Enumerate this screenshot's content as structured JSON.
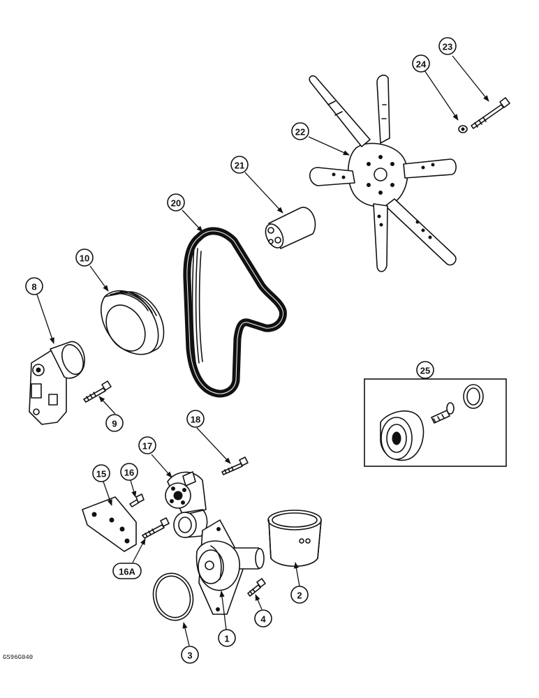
{
  "figure_code": "GS96G040",
  "callouts": {
    "c1": "1",
    "c2": "2",
    "c3": "3",
    "c4": "4",
    "c8": "8",
    "c9": "9",
    "c10": "10",
    "c15": "15",
    "c16": "16",
    "c16a": "16A",
    "c17": "17",
    "c18": "18",
    "c20": "20",
    "c21": "21",
    "c22": "22",
    "c23": "23",
    "c24": "24",
    "c25": "25"
  }
}
